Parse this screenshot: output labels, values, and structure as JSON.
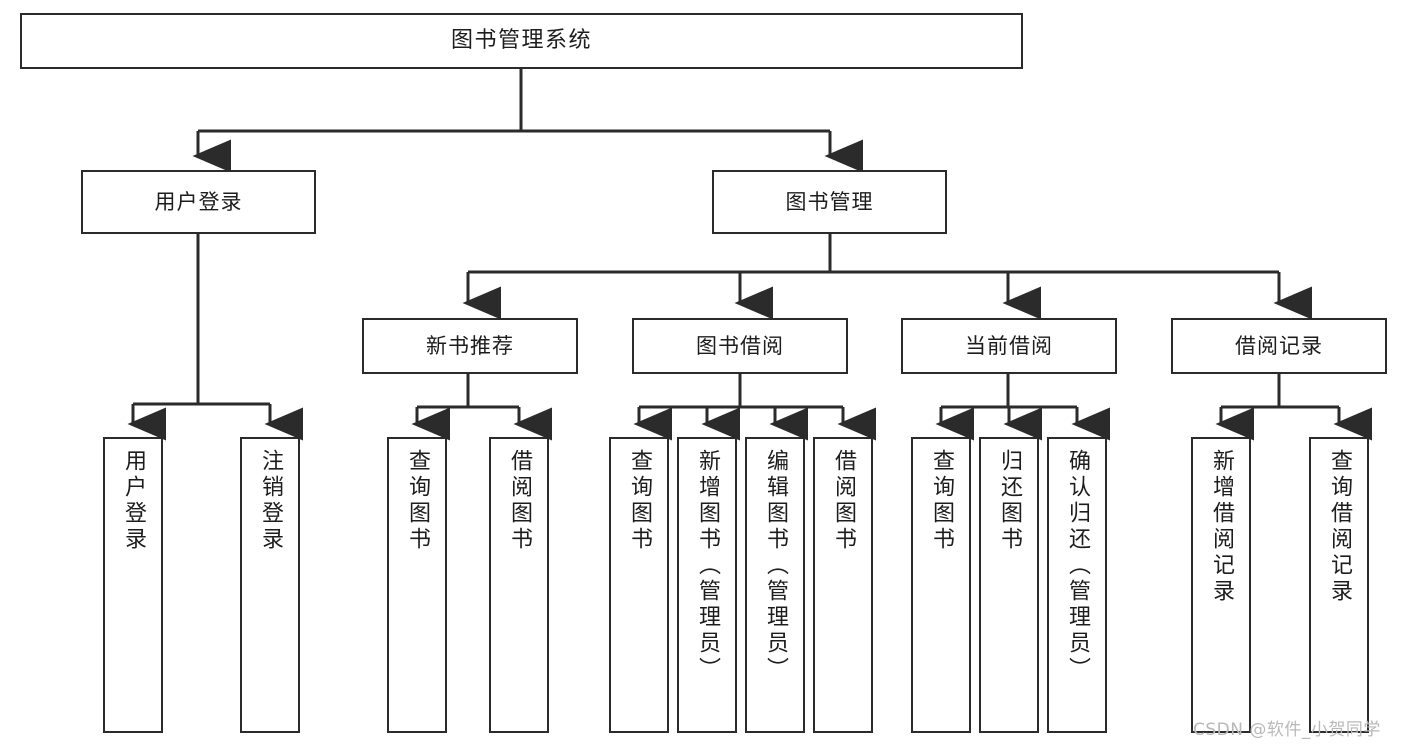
{
  "diagram": {
    "title": "图书管理系统",
    "type": "tree-hierarchy-chart",
    "colors": {
      "box_border": "#2b2b2b",
      "box_fill": "#ffffff",
      "edge": "#2b2b2b",
      "text": "#1d1d1d",
      "background": "#ffffff",
      "watermark": "#b9b9b9"
    },
    "root": {
      "label": "图书管理系统"
    },
    "level2": [
      {
        "label": "用户登录"
      },
      {
        "label": "图书管理"
      }
    ],
    "level3": [
      {
        "label": "新书推荐"
      },
      {
        "label": "图书借阅"
      },
      {
        "label": "当前借阅"
      },
      {
        "label": "借阅记录"
      }
    ],
    "leaves": {
      "user_login": [
        {
          "label": "用户登录"
        },
        {
          "label": "注销登录"
        }
      ],
      "new_book_recommend": [
        {
          "label": "查询图书"
        },
        {
          "label": "借阅图书"
        }
      ],
      "book_borrow": [
        {
          "label": "查询图书"
        },
        {
          "label": "新增图书（管理员）"
        },
        {
          "label": "编辑图书（管理员）"
        },
        {
          "label": "借阅图书"
        }
      ],
      "current_borrow": [
        {
          "label": "查询图书"
        },
        {
          "label": "归还图书"
        },
        {
          "label": "确认归还（管理员）"
        }
      ],
      "borrow_record": [
        {
          "label": "新增借阅记录"
        },
        {
          "label": "查询借阅记录"
        }
      ]
    },
    "watermark": "CSDN @软件_小贺同学"
  }
}
